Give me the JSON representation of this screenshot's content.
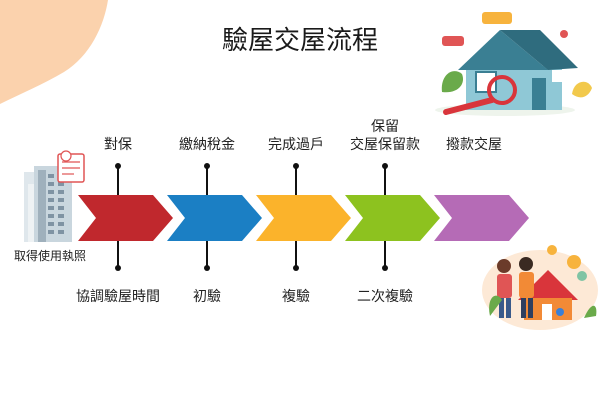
{
  "title": "驗屋交屋流程",
  "start_label": "取得使用執照",
  "steps": [
    {
      "top": "對保",
      "bottom": "協調驗屋時間",
      "color": "#c0282d"
    },
    {
      "top": "繳納稅金",
      "bottom": "初驗",
      "color": "#1b7fc4"
    },
    {
      "top": "完成過戶",
      "bottom": "複驗",
      "color": "#fbb32b"
    },
    {
      "top": "保留\n交屋保留款",
      "bottom": "二次複驗",
      "color": "#8dc21f"
    },
    {
      "top": "撥款交屋",
      "bottom": "",
      "color": "#b56bb6"
    }
  ],
  "colors": {
    "accent_blob": "#fbd2ad",
    "marker": "#111111"
  },
  "icons": [
    "building-icon",
    "document-icon",
    "house-magnifier-icon",
    "family-house-icon"
  ]
}
